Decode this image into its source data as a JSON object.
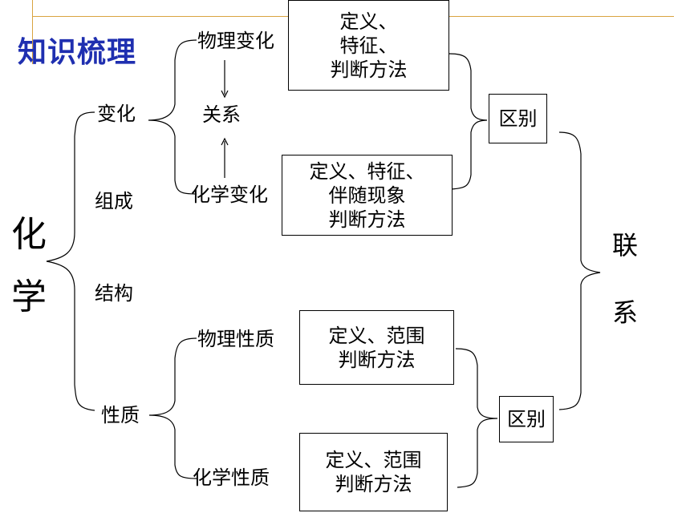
{
  "title": "知识梳理",
  "root": [
    "化",
    "学"
  ],
  "categories": {
    "change": "变化",
    "composition": "组成",
    "structure": "结构",
    "property": "性质"
  },
  "change_types": {
    "physical": "物理变化",
    "chemical": "化学变化",
    "relation": "关系"
  },
  "property_types": {
    "physical": "物理性质",
    "chemical": "化学性质"
  },
  "boxes": {
    "physical_change": [
      "定义、",
      "特征、",
      "判断方法"
    ],
    "chemical_change": [
      "定义、特征、",
      "伴随现象",
      "判断方法"
    ],
    "physical_property": [
      "定义、范围",
      "判断方法"
    ],
    "chemical_property": [
      "定义、范围",
      "判断方法"
    ]
  },
  "difference": "区别",
  "connection": [
    "联",
    "系"
  ]
}
